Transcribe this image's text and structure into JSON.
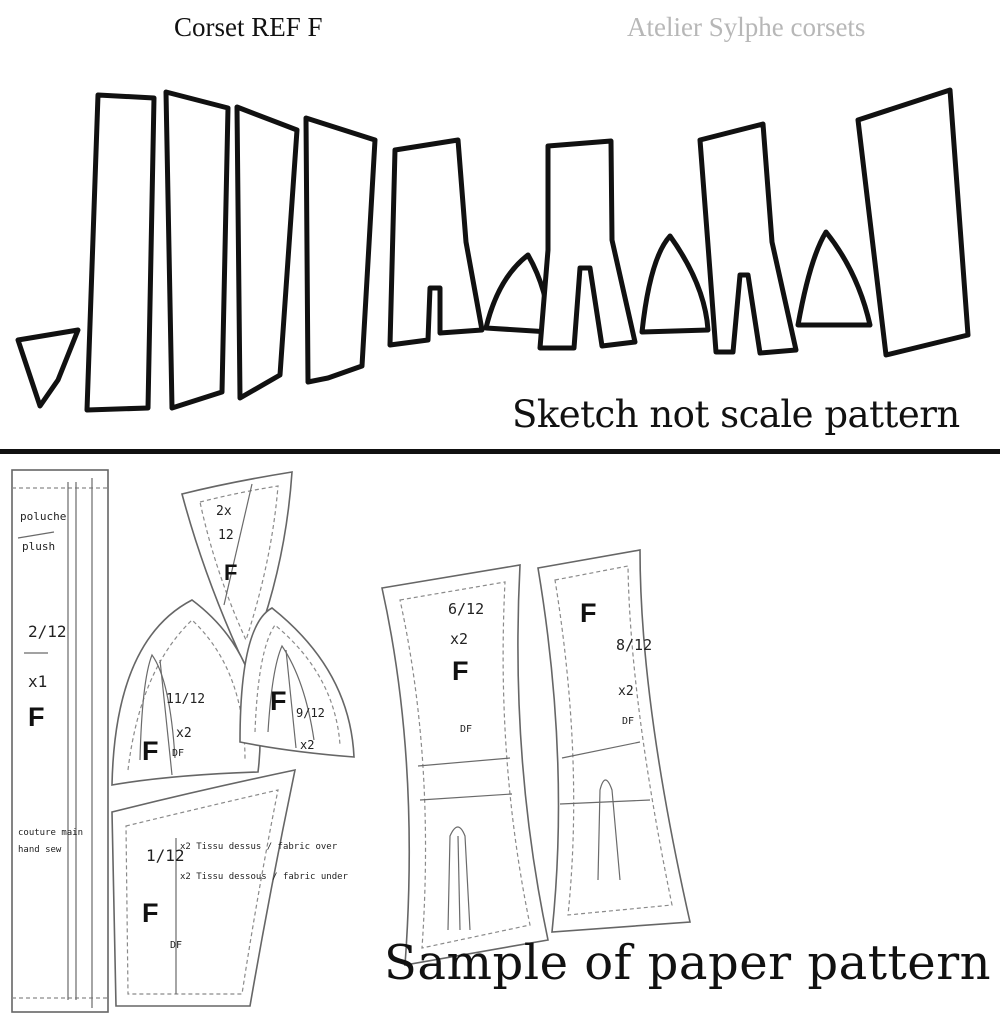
{
  "header": {
    "title": "Corset REF F",
    "brand": "Atelier Sylphe corsets"
  },
  "sketch": {
    "caption": "Sketch not scale pattern"
  },
  "paper_pattern": {
    "caption": "Sample of paper pattern",
    "pieces": [
      {
        "id": "strip",
        "fraction": "2/12",
        "qty": "x1",
        "letter": "F",
        "notes": [
          "poluche",
          "plush",
          "couture main",
          "hand sew"
        ]
      },
      {
        "id": "top-gore",
        "fraction": "12",
        "qty": "2x",
        "letter": "F"
      },
      {
        "id": "gore-left",
        "fraction": "11/12",
        "qty": "x2",
        "letter": "F",
        "mark": "DF"
      },
      {
        "id": "gore-right",
        "fraction": "9/12",
        "qty": "x2",
        "letter": "F"
      },
      {
        "id": "bottom-panel",
        "fraction": "1/12",
        "qty_lines": [
          "x2 Tissu dessus / fabric over",
          "x2 Tissu dessous / fabric under"
        ],
        "letter": "F",
        "mark": "DF"
      },
      {
        "id": "panel-6",
        "fraction": "6/12",
        "qty": "x2",
        "letter": "F",
        "mark": "DF"
      },
      {
        "id": "panel-8",
        "fraction": "8/12",
        "qty": "x2",
        "letter": "F",
        "mark": "DF"
      }
    ]
  }
}
